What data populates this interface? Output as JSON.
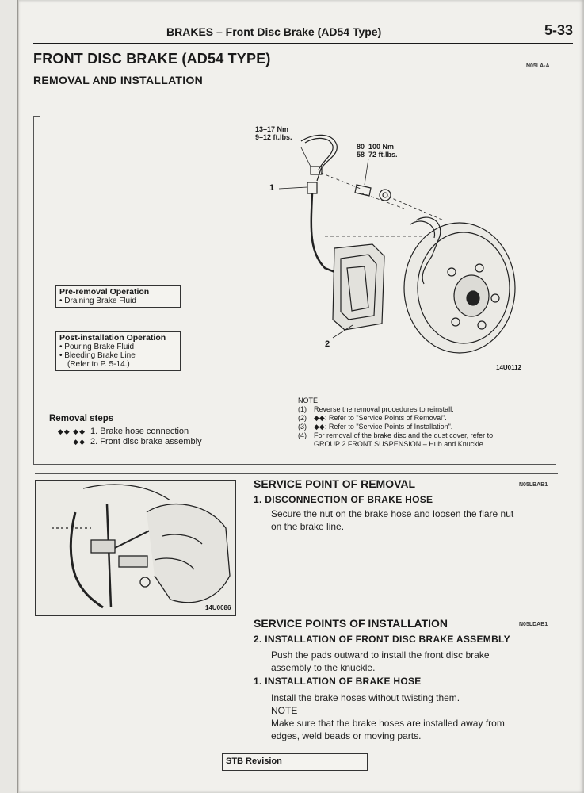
{
  "header": {
    "title": "BRAKES – Front Disc Brake (AD54 Type)",
    "page_number": "5-33"
  },
  "section": {
    "title": "FRONT DISC BRAKE (AD54 TYPE)",
    "code": "N05LA-A",
    "subtitle": "REMOVAL AND INSTALLATION"
  },
  "diagram": {
    "torque_a_line1": "13–17 Nm",
    "torque_a_line2": "9–12 ft.lbs.",
    "torque_b_line1": "80–100 Nm",
    "torque_b_line2": "58–72 ft.lbs.",
    "callout_1": "1",
    "callout_2": "2",
    "figure_id": "14U0112"
  },
  "pre_removal": {
    "title": "Pre-removal Operation",
    "items": [
      "• Draining Brake Fluid"
    ]
  },
  "post_installation": {
    "title": "Post-installation Operation",
    "items": [
      "• Pouring Brake Fluid",
      "• Bleeding Brake Line",
      "(Refer to P. 5-14.)"
    ]
  },
  "removal_steps": {
    "title": "Removal steps",
    "rows": [
      {
        "mark": "◆◆ ◆◆",
        "text": "1. Brake hose connection"
      },
      {
        "mark": "◆◆",
        "text": "2. Front disc brake assembly"
      }
    ]
  },
  "note": {
    "title": "NOTE",
    "rows": [
      {
        "idx": "(1)",
        "text": "Reverse the removal procedures to reinstall."
      },
      {
        "idx": "(2)",
        "text": "◆◆: Refer to \"Service Points of Removal\"."
      },
      {
        "idx": "(3)",
        "text": "◆◆: Refer to \"Service Points of Installation\"."
      },
      {
        "idx": "(4)",
        "text": "For removal of the brake disc and the dust cover, refer to"
      },
      {
        "idx": "",
        "text": "GROUP 2 FRONT SUSPENSION – Hub and Knuckle."
      }
    ]
  },
  "photo": {
    "figure_id": "14U0086"
  },
  "service_removal": {
    "title": "SERVICE POINT OF REMOVAL",
    "code": "N05LBAB1",
    "step_title": "1.  DISCONNECTION OF BRAKE HOSE",
    "line1": "Secure the nut on the brake hose and loosen the flare nut",
    "line2": "on the brake line."
  },
  "service_installation": {
    "title": "SERVICE POINTS OF INSTALLATION",
    "code": "N05LDAB1",
    "step2_title": "2.  INSTALLATION OF FRONT DISC BRAKE ASSEMBLY",
    "step2_line1": "Push the pads outward to install the front disc brake",
    "step2_line2": "assembly to the knuckle.",
    "step1_title": "1.  INSTALLATION OF BRAKE HOSE",
    "step1_line1": "Install the brake hoses without twisting them.",
    "note_title": "NOTE",
    "note_line1": "Make sure that the brake hoses are installed away from",
    "note_line2": "edges, weld beads or moving parts."
  },
  "footer": {
    "label": "STB Revision"
  }
}
